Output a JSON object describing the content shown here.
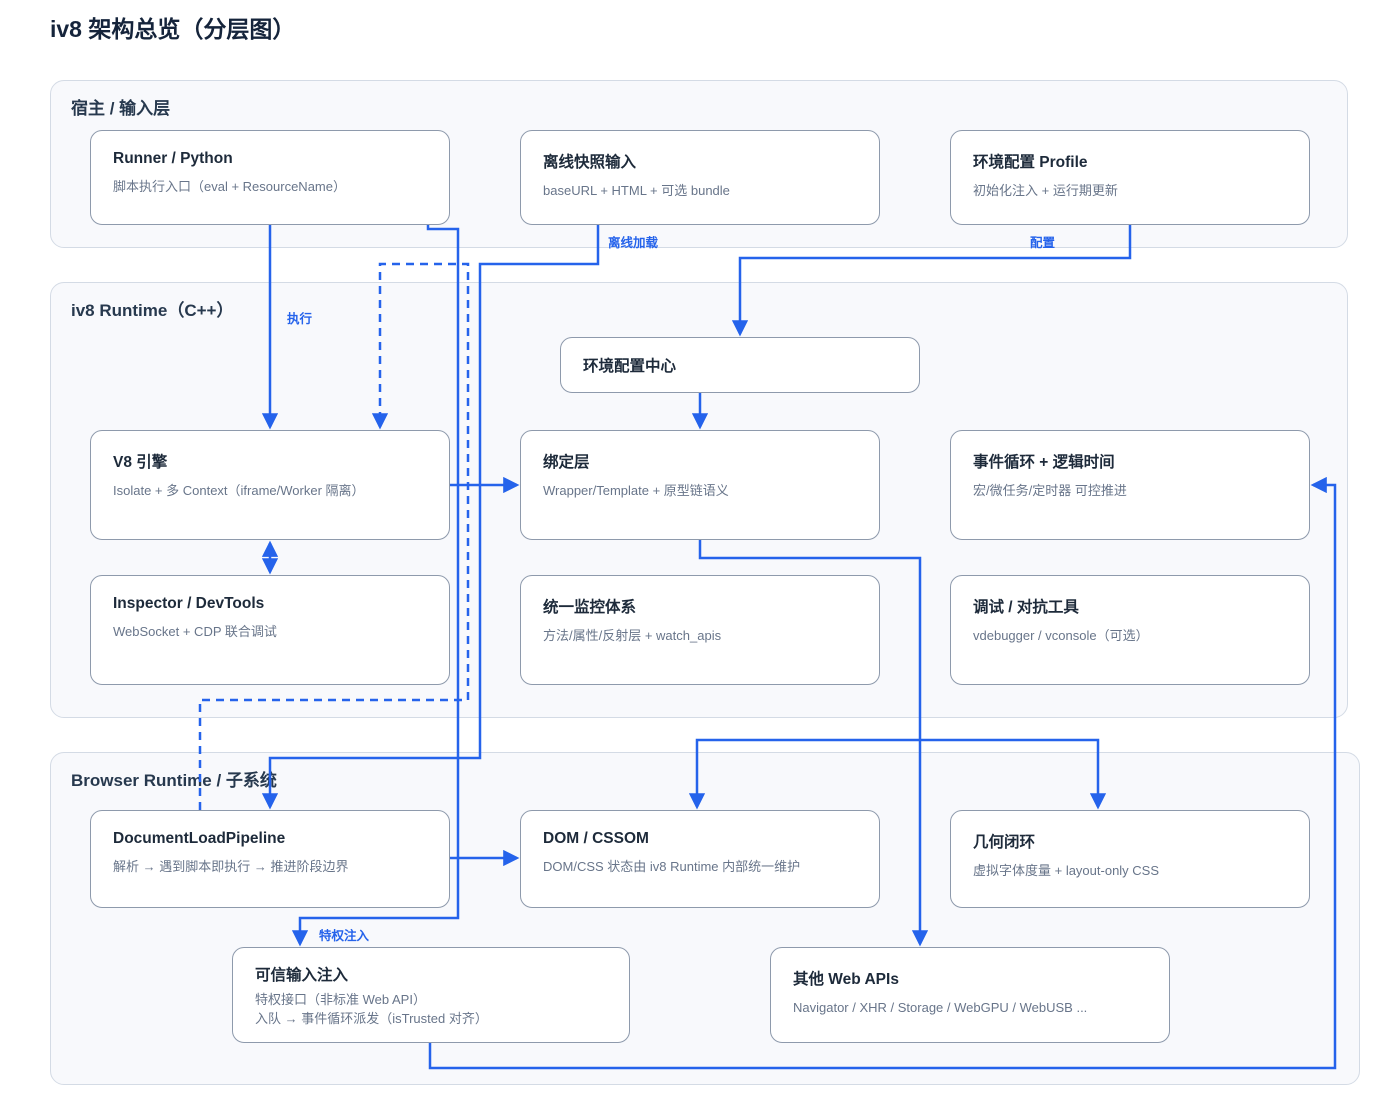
{
  "title": "iv8 架构总览（分层图）",
  "layers": [
    {
      "label": "宿主 / 输入层",
      "nodes": [
        {
          "title": "Runner / Python",
          "subtitle": "脚本执行入口（eval + ResourceName）"
        },
        {
          "title": "离线快照输入",
          "subtitle": "baseURL + HTML + 可选 bundle"
        },
        {
          "title": "环境配置 Profile",
          "subtitle": "初始化注入 + 运行期更新"
        }
      ]
    },
    {
      "label": "iv8 Runtime（C++）",
      "nodes": [
        {
          "title": "环境配置中心",
          "subtitle": ""
        },
        {
          "title": "V8 引擎",
          "subtitle": "Isolate + 多 Context（iframe/Worker 隔离）"
        },
        {
          "title": "绑定层",
          "subtitle": "Wrapper/Template + 原型链语义"
        },
        {
          "title": "事件循环 + 逻辑时间",
          "subtitle": "宏/微任务/定时器 可控推进"
        },
        {
          "title": "Inspector / DevTools",
          "subtitle": "WebSocket + CDP 联合调试"
        },
        {
          "title": "统一监控体系",
          "subtitle": "方法/属性/反射层 + watch_apis"
        },
        {
          "title": "调试 / 对抗工具",
          "subtitle": "vdebugger / vconsole（可选）"
        }
      ]
    },
    {
      "label": "Browser Runtime / 子系统",
      "nodes": [
        {
          "title": "DocumentLoadPipeline",
          "subtitle": "解析 → 遇到脚本即执行 → 推进阶段边界"
        },
        {
          "title": "DOM / CSSOM",
          "subtitle": "DOM/CSS 状态由 iv8 Runtime 内部统一维护"
        },
        {
          "title": "几何闭环",
          "subtitle": "虚拟字体度量 + layout-only CSS"
        },
        {
          "title": "可信输入注入",
          "subtitle": "特权接口（非标准 Web API）",
          "subtitle2": "入队 → 事件循环派发（isTrusted 对齐）"
        },
        {
          "title": "其他 Web APIs",
          "subtitle": "Navigator / XHR / Storage / WebGPU / WebUSB ..."
        }
      ]
    }
  ],
  "edge_labels": {
    "execute": "执行",
    "offline_load": "离线加载",
    "configure": "配置",
    "privileged_inject": "特权注入"
  },
  "colors": {
    "edge_blue": "#2563eb",
    "node_border": "#8e9aac",
    "layer_border": "#d4dbe5",
    "layer_bg": "#f8f9fc",
    "title_text": "#15243b",
    "subtitle_text": "#68758a"
  }
}
